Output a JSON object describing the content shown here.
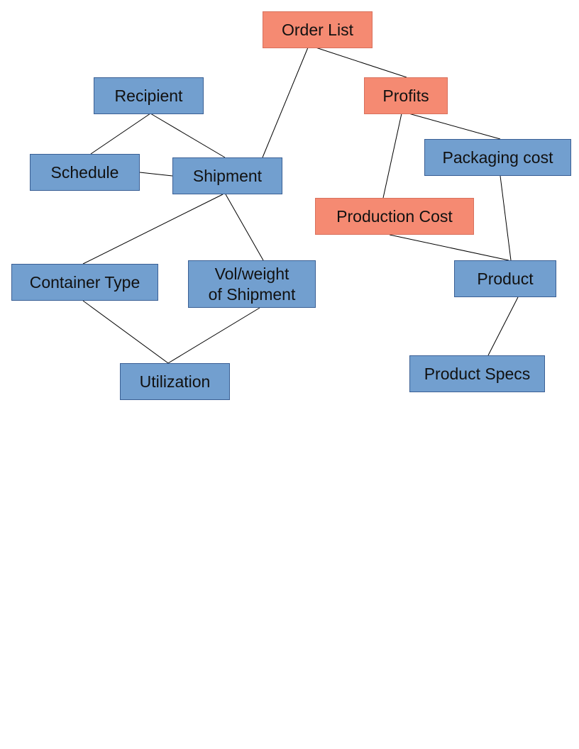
{
  "colors": {
    "highlight_fill": "#f58a72",
    "default_fill": "#729fcf",
    "connector": "#000000"
  },
  "nodes": {
    "order_list": {
      "label": "Order List",
      "style": "highlight"
    },
    "profits": {
      "label": "Profits",
      "style": "highlight"
    },
    "recipient": {
      "label": "Recipient",
      "style": "default"
    },
    "schedule": {
      "label": "Schedule",
      "style": "default"
    },
    "shipment": {
      "label": "Shipment",
      "style": "default"
    },
    "packaging_cost": {
      "label": "Packaging cost",
      "style": "default"
    },
    "production_cost": {
      "label": "Production Cost",
      "style": "highlight"
    },
    "container_type": {
      "label": "Container Type",
      "style": "default"
    },
    "vol_weight": {
      "label": "Vol/weight\nof Shipment",
      "style": "default"
    },
    "product": {
      "label": "Product",
      "style": "default"
    },
    "utilization": {
      "label": "Utilization",
      "style": "default"
    },
    "product_specs": {
      "label": "Product Specs",
      "style": "default"
    }
  },
  "edges": [
    {
      "from": "order_list",
      "to": "profits"
    },
    {
      "from": "order_list",
      "to": "shipment"
    },
    {
      "from": "recipient",
      "to": "schedule"
    },
    {
      "from": "recipient",
      "to": "shipment"
    },
    {
      "from": "schedule",
      "to": "shipment"
    },
    {
      "from": "shipment",
      "to": "container_type"
    },
    {
      "from": "shipment",
      "to": "vol_weight"
    },
    {
      "from": "container_type",
      "to": "utilization"
    },
    {
      "from": "vol_weight",
      "to": "utilization"
    },
    {
      "from": "profits",
      "to": "packaging_cost"
    },
    {
      "from": "profits",
      "to": "production_cost"
    },
    {
      "from": "packaging_cost",
      "to": "product"
    },
    {
      "from": "production_cost",
      "to": "product"
    },
    {
      "from": "product",
      "to": "product_specs"
    }
  ]
}
